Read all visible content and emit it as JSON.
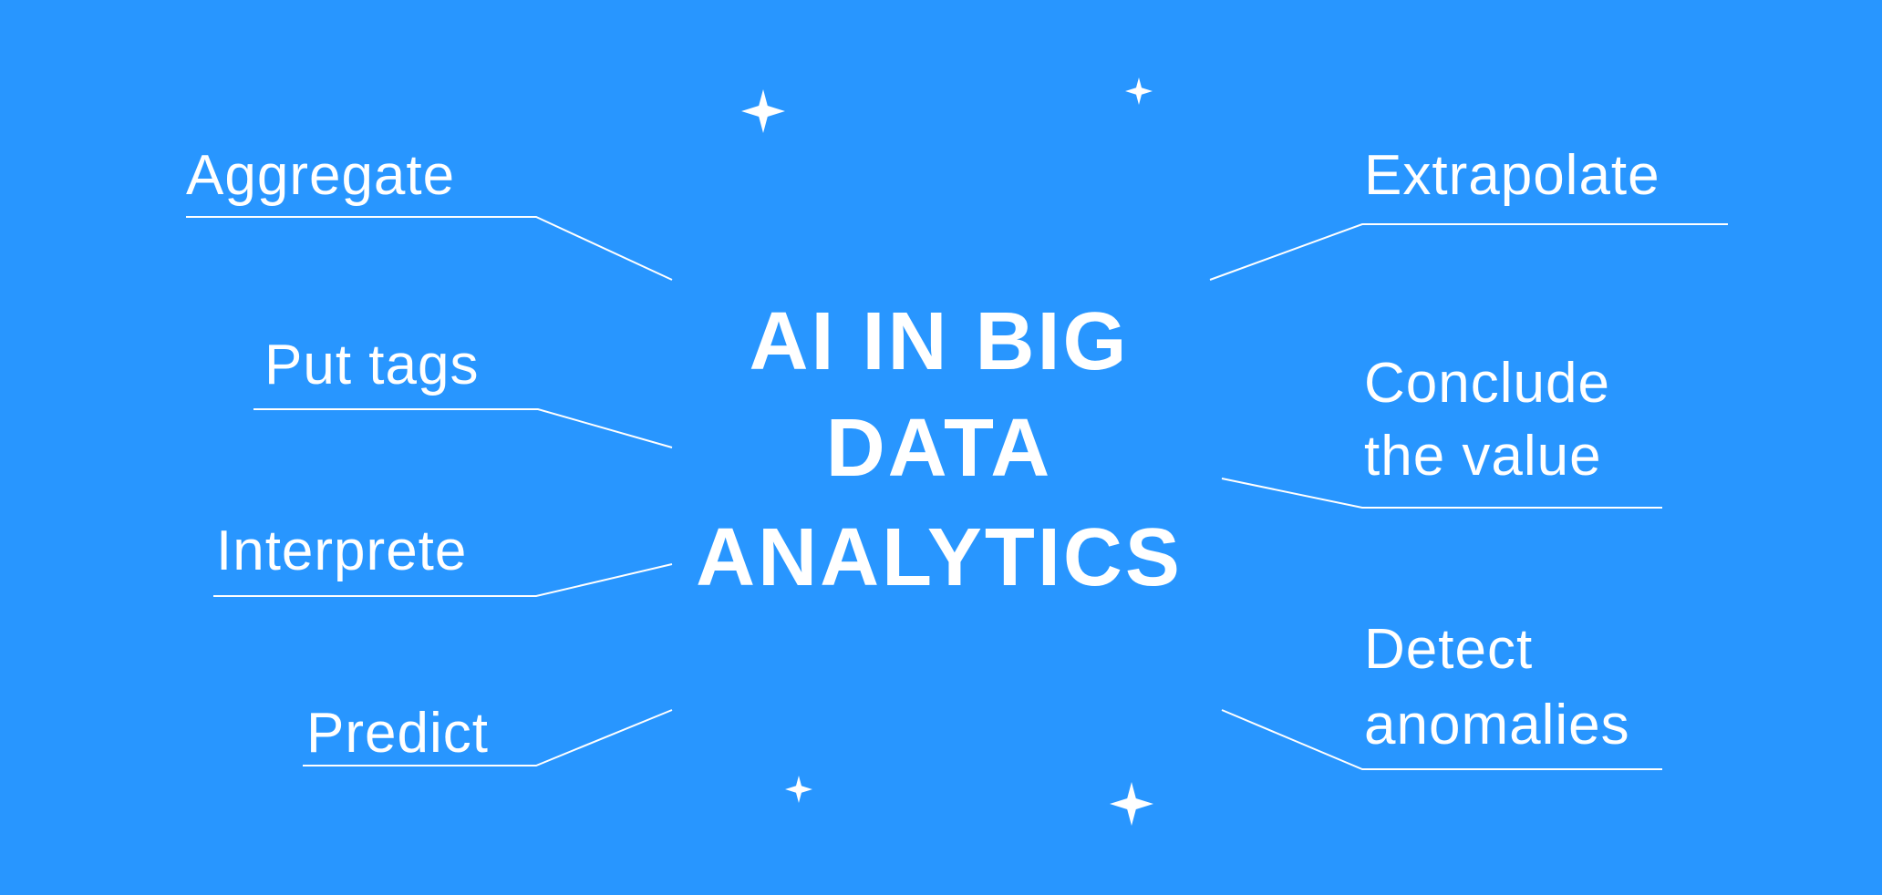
{
  "background_color": "#2896FF",
  "title": {
    "line1": "AI IN BIG",
    "line2": "DATA",
    "line3": "ANALYTICS"
  },
  "left_labels": {
    "aggregate": "Aggregate",
    "put_tags": "Put tags",
    "interprete": "Interprete",
    "predict": "Predict"
  },
  "right_labels": {
    "extrapolate": "Extrapolate",
    "conclude_line1": "Conclude",
    "conclude_line2": "the value",
    "detect_line1": "Detect",
    "detect_line2": "anomalies"
  },
  "decorations": [
    "sparkle-star-icon",
    "sparkle-star-icon",
    "sparkle-star-icon",
    "sparkle-star-icon"
  ]
}
